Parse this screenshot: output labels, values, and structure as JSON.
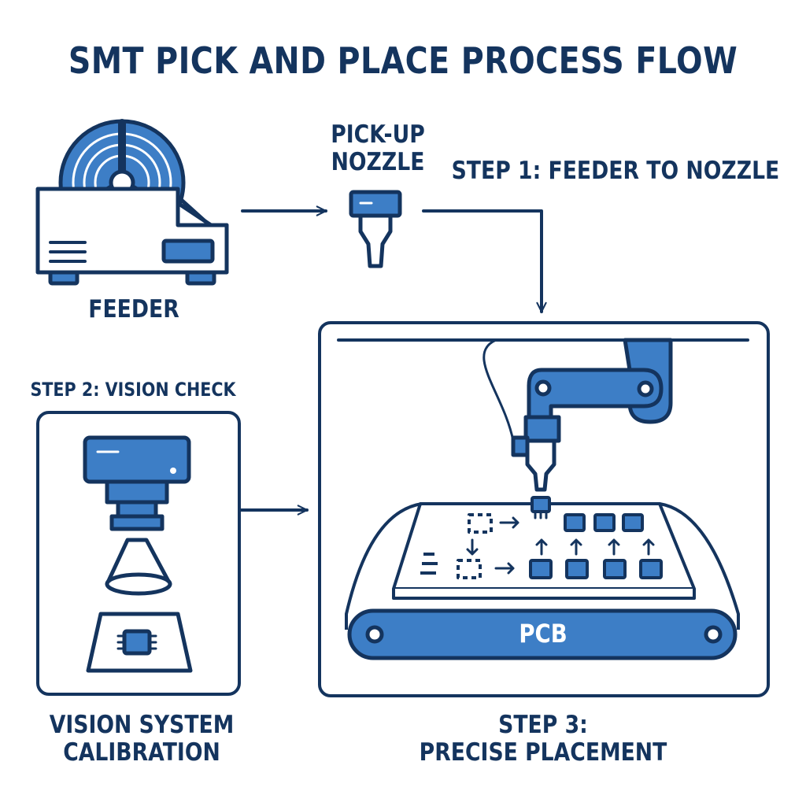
{
  "title": "SMT PICK AND PLACE PROCESS FLOW",
  "colors": {
    "stroke": "#14345e",
    "accent": "#3d7ec6",
    "background": "#ffffff"
  },
  "nodes": {
    "feeder": {
      "label": "FEEDER",
      "icon": "tape-reel-feeder-icon"
    },
    "nozzle": {
      "label": "PICK-UP\nNOZZLE",
      "icon": "pickup-nozzle-icon"
    },
    "step1": {
      "label": "STEP 1: FEEDER TO NOZZLE"
    },
    "step2": {
      "label": "STEP 2: VISION CHECK"
    },
    "vision": {
      "label": "VISION SYSTEM\nCALIBRATION",
      "icon": "camera-icon"
    },
    "step3": {
      "label": "STEP 3:\nPRECISE PLACEMENT",
      "icon": "robot-arm-icon"
    },
    "pcb": {
      "label": "PCB",
      "icon": "conveyor-icon"
    }
  },
  "edges": [
    {
      "from": "feeder",
      "to": "nozzle"
    },
    {
      "from": "nozzle",
      "to": "step3"
    },
    {
      "from": "vision",
      "to": "step3"
    }
  ]
}
